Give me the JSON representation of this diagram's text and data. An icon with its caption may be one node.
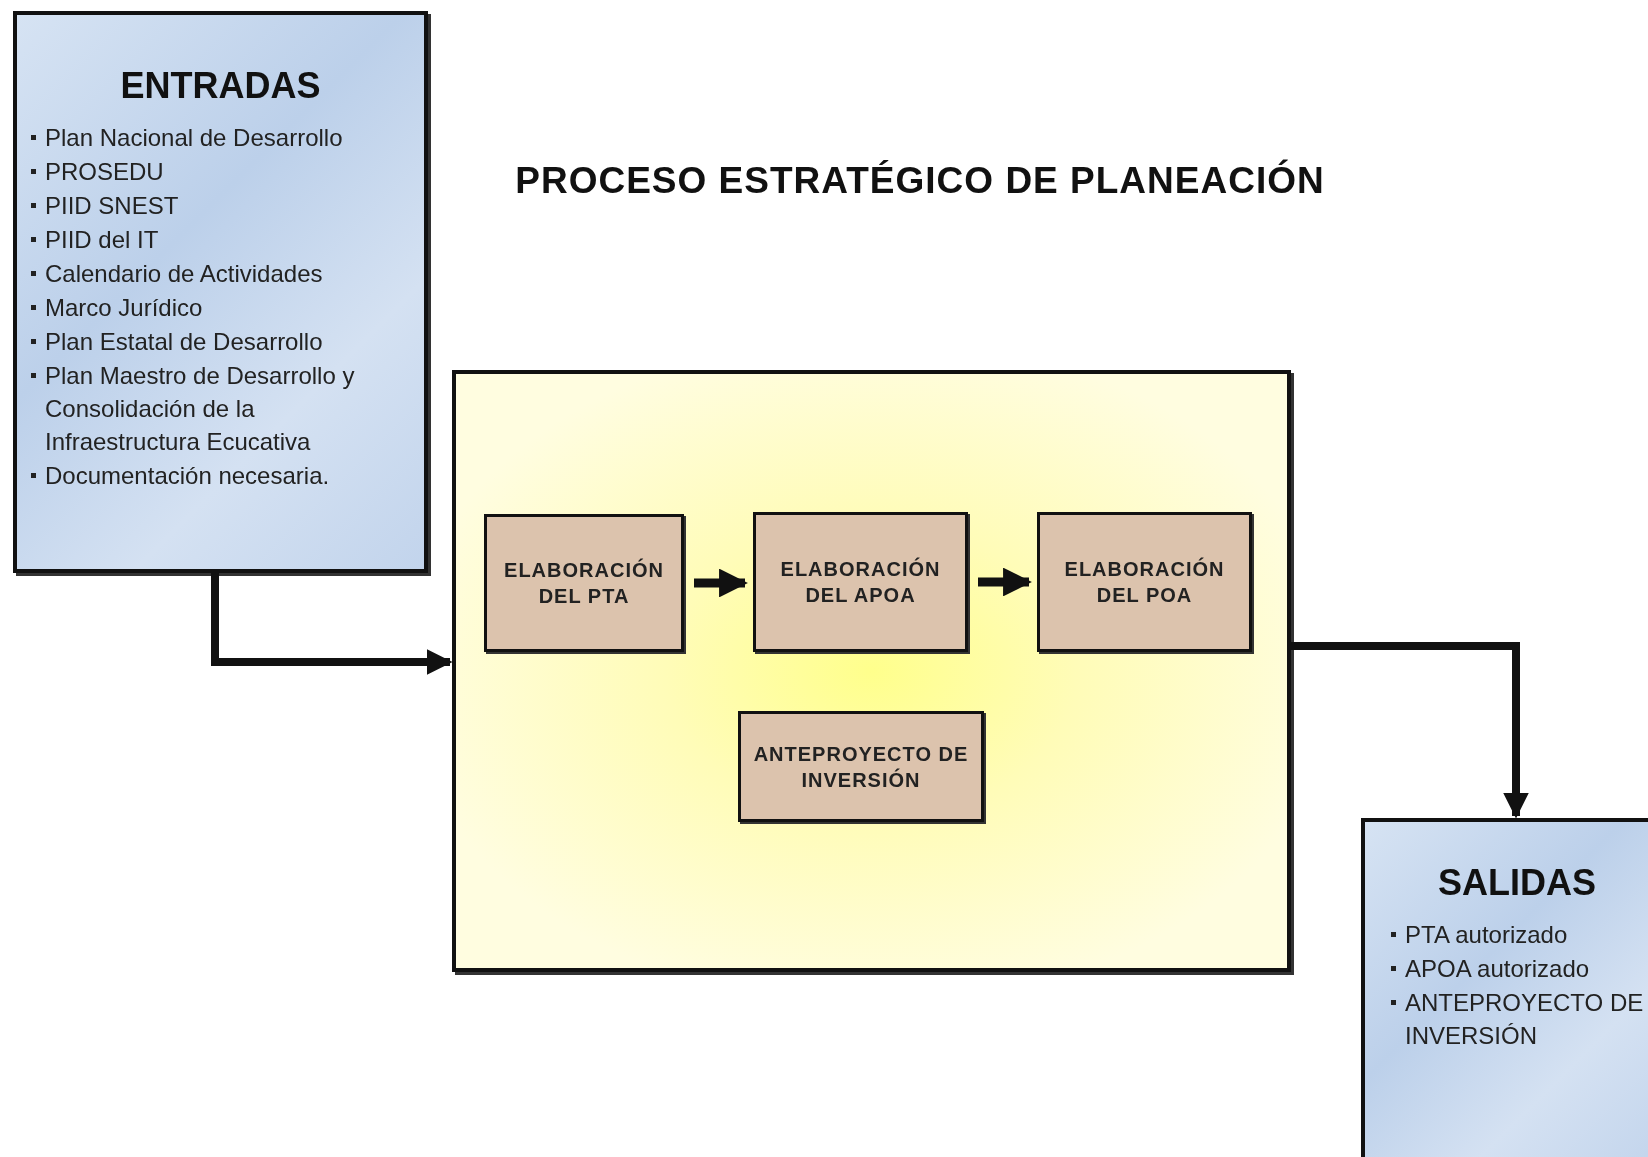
{
  "diagram": {
    "title": "PROCESO ESTRATÉGICO DE PLANEACIÓN",
    "nodes": [
      {
        "text": [
          "ENTRADAS",
          "Plan Nacional de Desarrollo",
          "PROSEDU",
          "PIID SNEST",
          "PIID del IT",
          "Calendario de Actividades",
          "Marco Jurídico",
          "Plan Estatal de Desarrollo",
          "Plan Maestro de Desarrollo y Consolidación de la Infraestructura Ecucativa",
          "Documentación necesaria."
        ]
      },
      {
        "text": [],
        "shape": "box"
      },
      {
        "text": [
          "ELABORACIÓN DEL PTA"
        ],
        "in": 1
      },
      {
        "text": [
          "ELABORACIÓN DEL APOA"
        ],
        "in": 1
      },
      {
        "text": [
          "ELABORACIÓN DEL POA"
        ],
        "in": 1
      },
      {
        "text": [
          "ANTEPROYECTO DE INVERSIÓN"
        ],
        "in": 1
      },
      {
        "text": [
          "SALIDAS",
          "PTA autorizado",
          "APOA autorizado",
          "ANTEPROYECTO DE INVERSIÓN"
        ]
      }
    ],
    "edges": [
      {
        "from": 0,
        "to": 1,
        "arrow": "to"
      },
      {
        "from": 2,
        "to": 3,
        "arrow": "to"
      },
      {
        "from": 3,
        "to": 4,
        "arrow": "to"
      },
      {
        "from": 1,
        "to": 6,
        "arrow": "to"
      }
    ]
  }
}
